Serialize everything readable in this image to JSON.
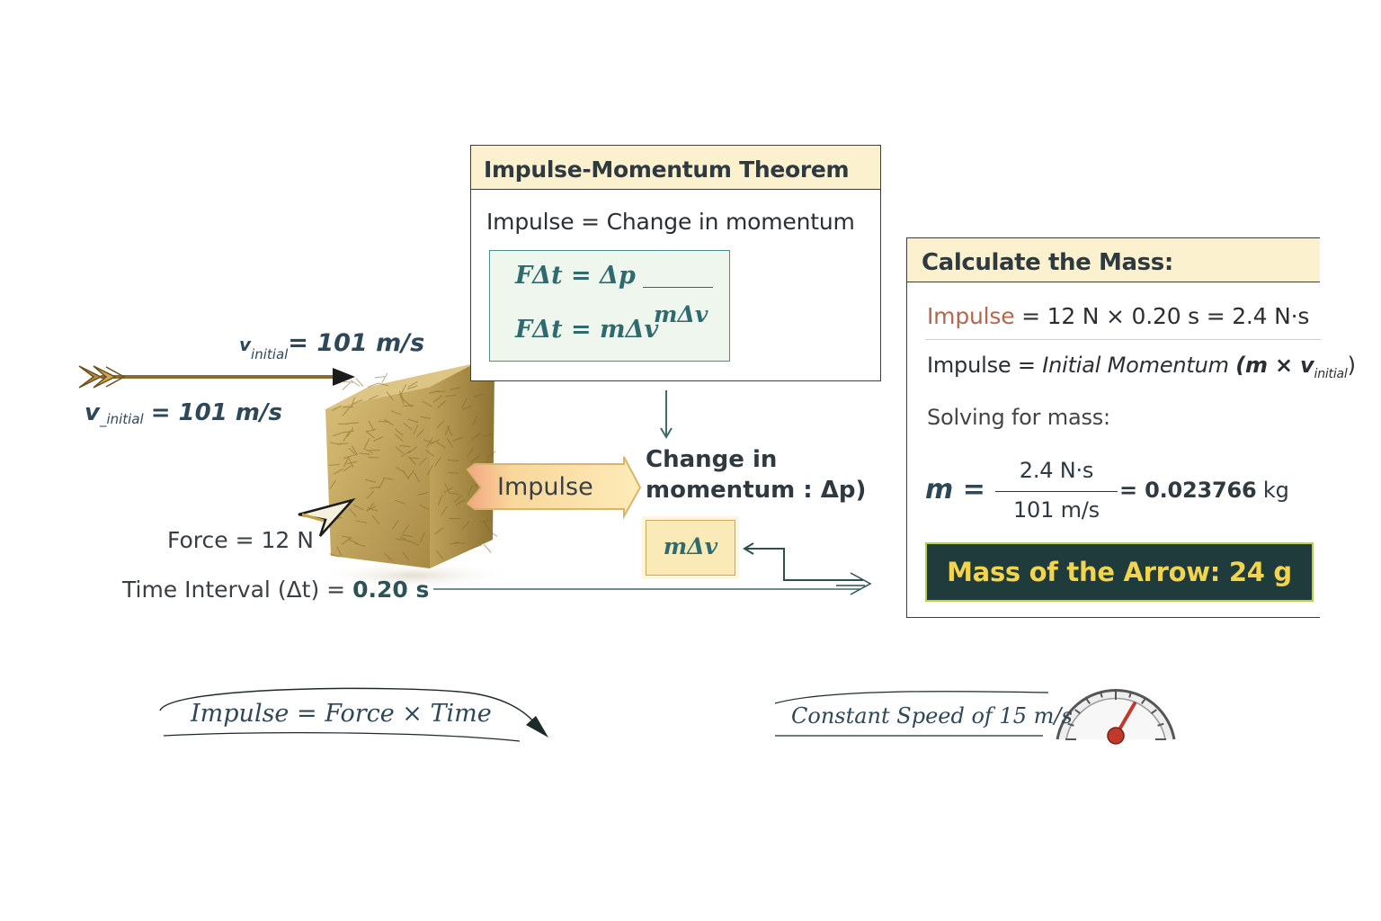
{
  "theorem": {
    "title": "Impulse-Momentum Theorem",
    "statement": "Impulse = Change in momentum",
    "eq1": "FΔt = Δp",
    "eq2": "FΔt = mΔv",
    "eq_side": "mΔv"
  },
  "left": {
    "velocity_top_sym": "v",
    "velocity_top_sub": "initial",
    "velocity_top_val": "= 101 m/s",
    "velocity_bottom_sym": "v",
    "velocity_bottom_sub": "_initial",
    "velocity_bottom_val": "= 101 m/s",
    "force": "Force = 12 N",
    "time_label": "Time Interval (Δt) =",
    "time_value": "0.20 s"
  },
  "middle": {
    "impulse_label": "Impulse",
    "change_line1": "Change in",
    "change_line2": "momentum : Δp)",
    "mdv": "mΔv"
  },
  "calc": {
    "title": "Calculate the Mass:",
    "line1_word": "Impulse",
    "line1_rest": "= 12 N × 0.20 s = 2.4 N·s",
    "line2_a": "Impulse = ",
    "line2_b": "Initial Momentum",
    "line2_c": "(m × v",
    "line2_sub": "initial",
    "line2_d": ")",
    "line3": "Solving for mass:",
    "m_label": "m =",
    "numerator": "2.4 N·s",
    "denominator": "101 m/s",
    "result_eq": "= 0.023766",
    "result_unit": "kg",
    "final": "Mass of the Arrow: 24 g"
  },
  "bottom": {
    "impulse_formula": "Impulse = Force × Time",
    "constant_speed": "Constant Speed of 15 m/s"
  },
  "colors": {
    "header_fill": "#fcf1cf",
    "teal_text": "#2f6b6e",
    "result_fill": "#1f3b3b",
    "result_text": "#f2d44f",
    "hay": "#c9a95e",
    "gauge_needle": "#c0392b"
  }
}
